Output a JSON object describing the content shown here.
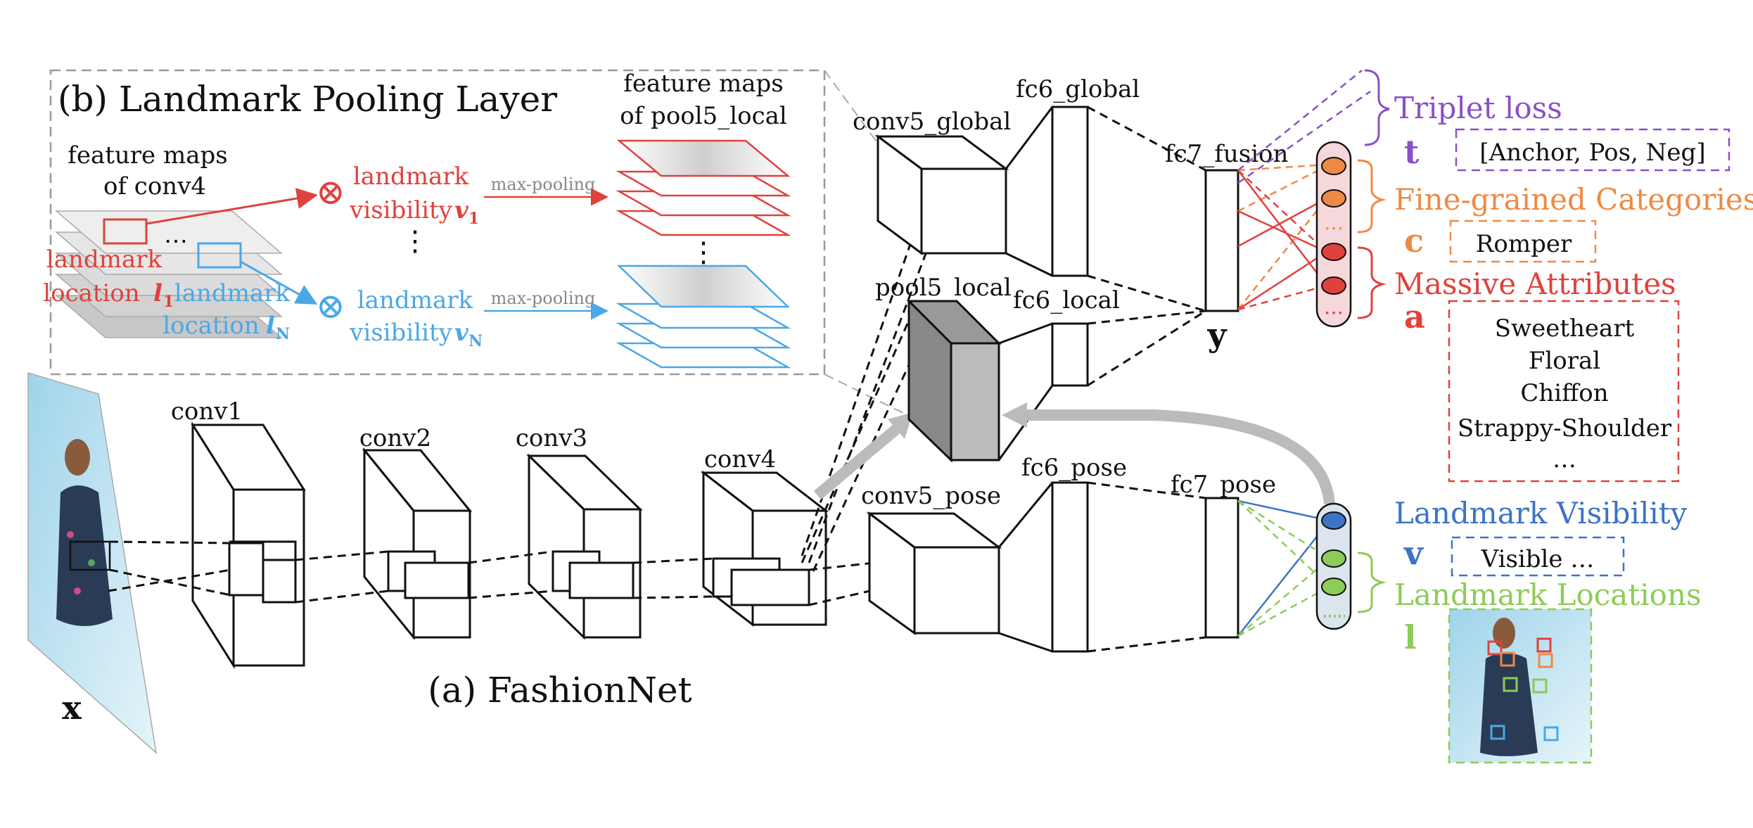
{
  "colors": {
    "red": "#e0413d",
    "blue": "#4aa8e6",
    "orange": "#ee8a44",
    "purple": "#8a50c8",
    "green": "#8ccc57",
    "vis_blue": "#3d73c7",
    "gray": "#bbbbbb",
    "dark_gray": "#999999",
    "black": "#111111"
  },
  "pooling": {
    "title": "(b) Landmark Pooling Layer",
    "conv4_maps_line1": "feature maps",
    "conv4_maps_line2": "of conv4",
    "pool5_maps_line1": "feature maps",
    "pool5_maps_line2": "of pool5_local",
    "landmark_loc_1_line1": "landmark",
    "landmark_loc_1_line2": "location",
    "landmark_loc_1_sym": "l",
    "landmark_loc_1_sub": "1",
    "landmark_loc_n_line1": "landmark",
    "landmark_loc_n_line2": "location",
    "landmark_loc_n_sym": "l",
    "landmark_loc_n_sub": "N",
    "vis_1_line1": "landmark",
    "vis_1_line2": "visibility",
    "vis_1_sym": "v",
    "vis_1_sub": "1",
    "vis_n_line1": "landmark",
    "vis_n_line2": "visibility",
    "vis_n_sym": "v",
    "vis_n_sub": "N",
    "max_pool_1": "max-pooling",
    "max_pool_2": "max-pooling",
    "vdots_1": "⋮",
    "vdots_2": "⋮",
    "hdots": "⋯",
    "otimes_1": "⊗",
    "otimes_2": "⊗"
  },
  "network": {
    "title": "(a) FashionNet",
    "input_label": "x",
    "conv1": "conv1",
    "conv2": "conv2",
    "conv3": "conv3",
    "conv4": "conv4",
    "conv5_global": "conv5_global",
    "pool5_local": "pool5_local",
    "conv5_pose": "conv5_pose",
    "fc6_global": "fc6_global",
    "fc6_local": "fc6_local",
    "fc6_pose": "fc6_pose",
    "fc7_fusion": "fc7_fusion",
    "fc7_pose": "fc7_pose",
    "y_label": "y"
  },
  "outputs": {
    "triplet_loss": "Triplet loss",
    "t_symbol": "t",
    "t_box": "[Anchor, Pos, Neg]",
    "fine_grained": "Fine-grained Categories",
    "c_symbol": "c",
    "c_box": "Romper",
    "massive_attributes": "Massive Attributes",
    "a_symbol": "a",
    "a_box": [
      "Sweetheart",
      "Floral",
      "Chiffon",
      "Strappy-Shoulder",
      "…"
    ],
    "landmark_visibility": "Landmark Visibility",
    "v_symbol": "v",
    "v_box": "Visible …",
    "landmark_locations": "Landmark Locations",
    "l_symbol": "l",
    "node_dots_1": "…",
    "node_dots_2": "…"
  }
}
